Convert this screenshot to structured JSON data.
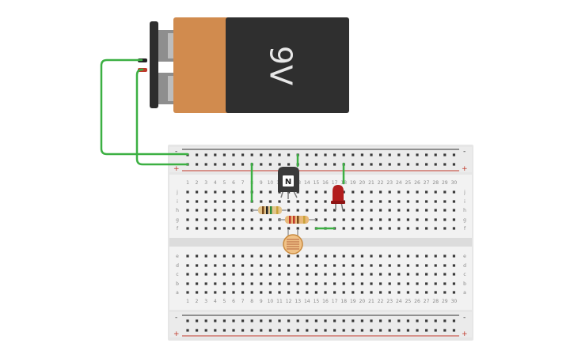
{
  "battery": {
    "label": "9V",
    "body_color": "#2f2f2f",
    "copper_color": "#d18b4e",
    "snap_color": "#2d2d2d"
  },
  "breadboard": {
    "columns": [
      "1",
      "2",
      "3",
      "4",
      "5",
      "6",
      "7",
      "8",
      "9",
      "10",
      "11",
      "12",
      "13",
      "14",
      "15",
      "16",
      "17",
      "18",
      "19",
      "20",
      "21",
      "22",
      "23",
      "24",
      "25",
      "26",
      "27",
      "28",
      "29",
      "30"
    ],
    "top_half_rows": [
      "j",
      "i",
      "h",
      "g",
      "f"
    ],
    "bottom_half_rows": [
      "e",
      "d",
      "c",
      "b",
      "a"
    ],
    "rail_minus": "-",
    "rail_plus": "+",
    "rail_red": "#c0392b",
    "rail_dark": "#333333",
    "board_color": "#e6e6e6"
  },
  "components": {
    "transistor_label": "N",
    "transistor_color": "#3a3a3a",
    "led_color": "#b21d1d",
    "wire_color": "#3cb043",
    "photoresistor_color": "#e2a25a"
  }
}
